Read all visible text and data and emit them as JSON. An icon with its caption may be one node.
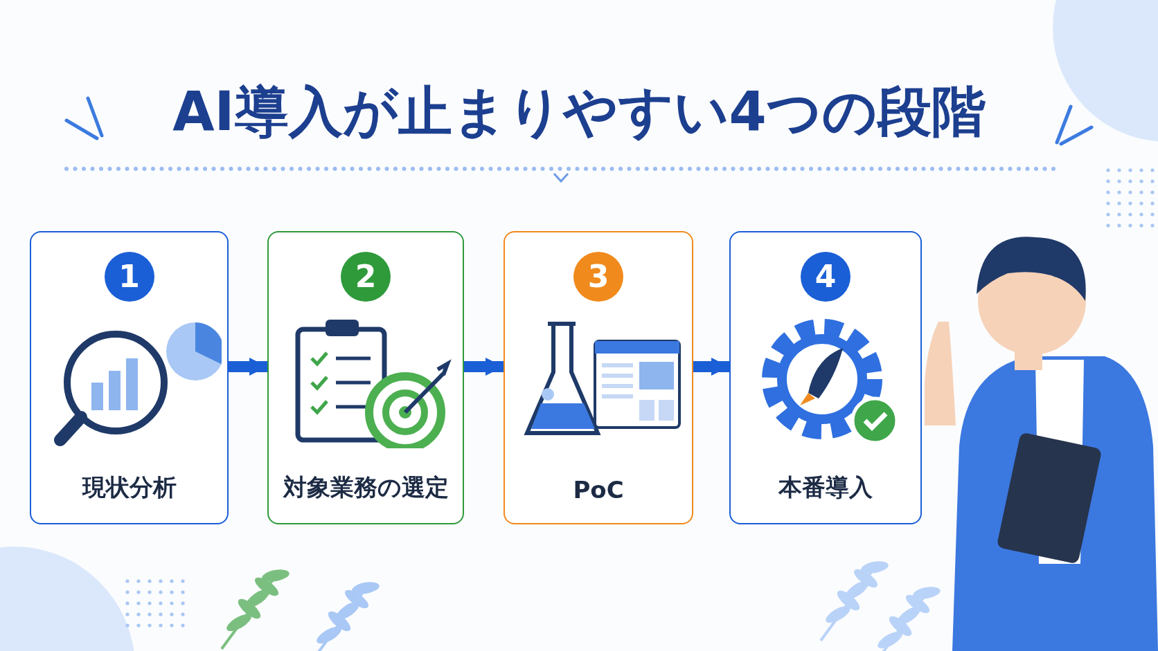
{
  "diagram": {
    "title": "AI導入が止まりやすい4つの段階",
    "nodes": [
      {
        "text": [
          "1",
          "現状分析"
        ]
      },
      {
        "text": [
          "2",
          "対象業務の選定"
        ]
      },
      {
        "text": [
          "3",
          "PoC"
        ]
      },
      {
        "text": [
          "4",
          "本番導入"
        ]
      }
    ],
    "edges": [
      {
        "from": 0,
        "to": 1,
        "arrow": "to"
      },
      {
        "from": 1,
        "to": 2,
        "arrow": "to"
      },
      {
        "from": 2,
        "to": 3,
        "arrow": "to"
      }
    ]
  }
}
